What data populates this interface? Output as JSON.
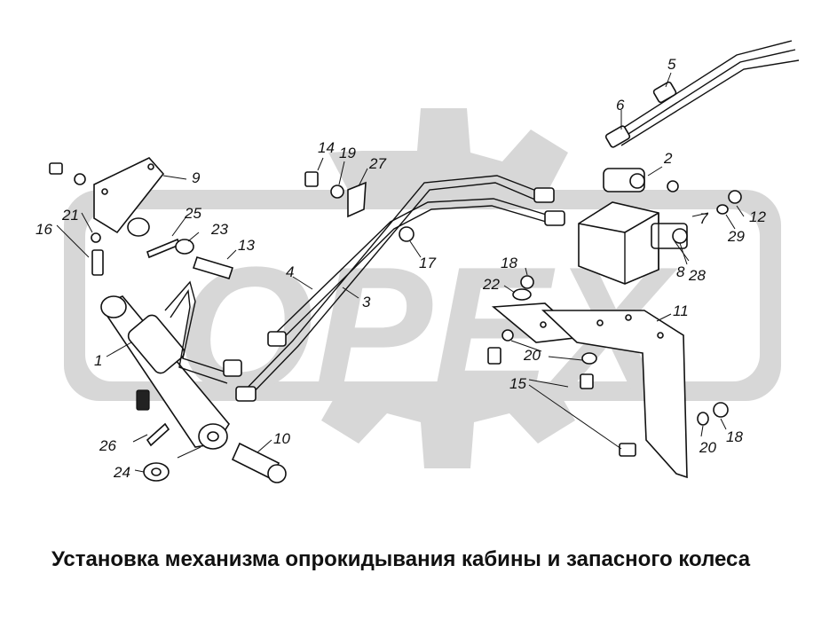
{
  "watermark": {
    "text": "OPEX",
    "color": "#d7d7d7"
  },
  "callouts": [
    "1",
    "2",
    "3",
    "4",
    "5",
    "6",
    "7",
    "8",
    "9",
    "10",
    "11",
    "12",
    "13",
    "14",
    "15",
    "16",
    "17",
    "18",
    "18",
    "19",
    "20",
    "20",
    "21",
    "22",
    "23",
    "24",
    "25",
    "26",
    "27",
    "28",
    "29"
  ],
  "caption": {
    "text": "Установка механизма опрокидывания кабины и запасного колеса"
  }
}
